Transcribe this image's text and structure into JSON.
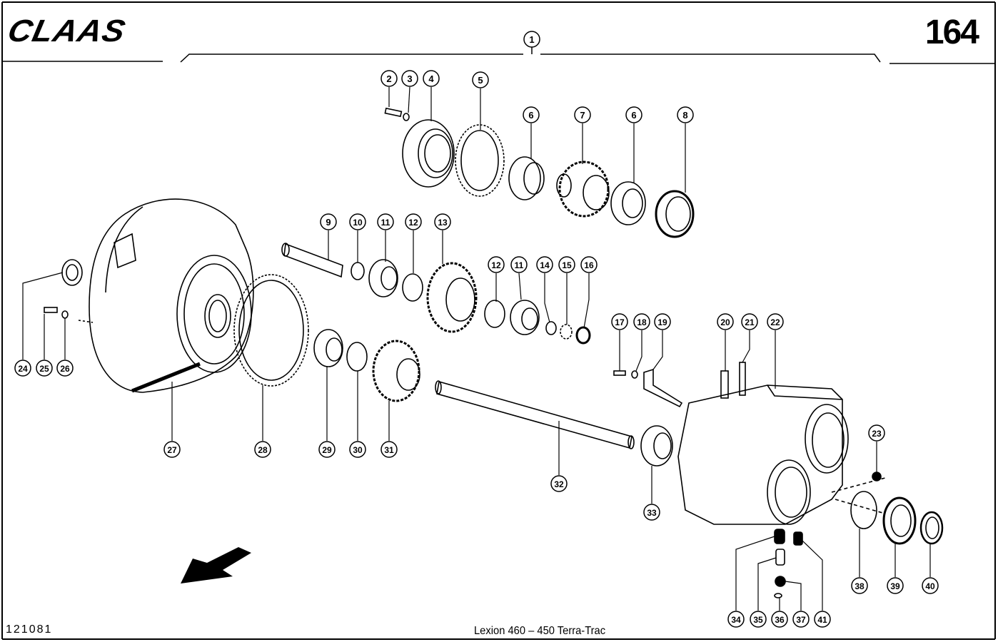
{
  "header": {
    "brand": "CLAAS",
    "page_number": "164",
    "assembly_callout": "1"
  },
  "footer": {
    "document_number": "121081",
    "model": "Lexion 460 – 450 Terra-Trac"
  },
  "callouts": [
    {
      "label": "2"
    },
    {
      "label": "3"
    },
    {
      "label": "4"
    },
    {
      "label": "5"
    },
    {
      "label": "6"
    },
    {
      "label": "7"
    },
    {
      "label": "6"
    },
    {
      "label": "8"
    },
    {
      "label": "9"
    },
    {
      "label": "10"
    },
    {
      "label": "11"
    },
    {
      "label": "12"
    },
    {
      "label": "13"
    },
    {
      "label": "12"
    },
    {
      "label": "11"
    },
    {
      "label": "14"
    },
    {
      "label": "15"
    },
    {
      "label": "16"
    },
    {
      "label": "17"
    },
    {
      "label": "18"
    },
    {
      "label": "19"
    },
    {
      "label": "20"
    },
    {
      "label": "21"
    },
    {
      "label": "22"
    },
    {
      "label": "23"
    },
    {
      "label": "24"
    },
    {
      "label": "25"
    },
    {
      "label": "26"
    },
    {
      "label": "27"
    },
    {
      "label": "28"
    },
    {
      "label": "29"
    },
    {
      "label": "30"
    },
    {
      "label": "31"
    },
    {
      "label": "32"
    },
    {
      "label": "33"
    },
    {
      "label": "34"
    },
    {
      "label": "35"
    },
    {
      "label": "36"
    },
    {
      "label": "37"
    },
    {
      "label": "41"
    },
    {
      "label": "38"
    },
    {
      "label": "39"
    },
    {
      "label": "40"
    }
  ],
  "icons": {
    "direction_arrow": "arrow-down-left-icon"
  }
}
